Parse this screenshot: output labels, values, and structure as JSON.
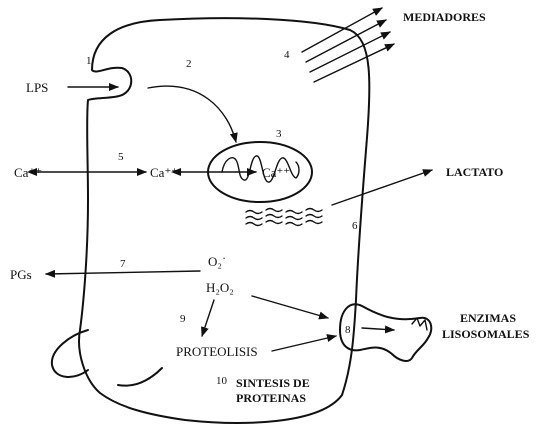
{
  "labels": {
    "mediadores": "MEDIADORES",
    "lps": "LPS",
    "ca_outside": "Ca⁺⁺",
    "ca_cyto": "Ca⁺⁺",
    "ca_mito": "Ca⁺⁺",
    "lactato": "LACTATO",
    "pgs": "PGs",
    "o2": "O₂˙",
    "h2o2": "H₂O₂",
    "proteolisis": "PROTEOLISIS",
    "enzimas_line1": "ENZIMAS",
    "enzimas_line2": "LISOSOMALES",
    "sintesis_line1": "SINTESIS DE",
    "sintesis_line2": "PROTEINAS"
  },
  "numbers": {
    "n1": "1",
    "n2": "2",
    "n3": "3",
    "n4": "4",
    "n5": "5",
    "n6": "6",
    "n7": "7",
    "n8": "8",
    "n9": "9",
    "n10": "10"
  }
}
